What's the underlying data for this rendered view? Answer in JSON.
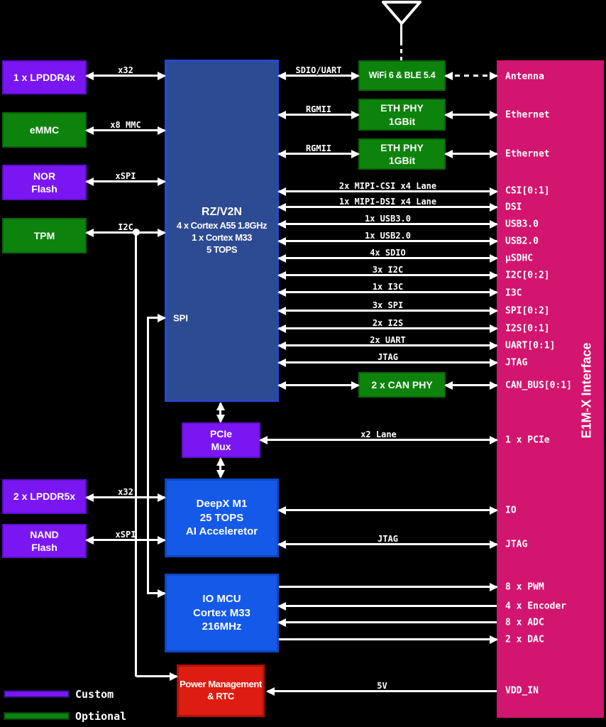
{
  "colors": {
    "background": "#000000",
    "custom_purple": "#7a16f2",
    "optional_green": "#0d830d",
    "soc_navy_blue": "#2c4b92",
    "accent_blue": "#1459e8",
    "power_red": "#dd1d12",
    "interface_pink": "#d2156e",
    "line_white": "#ffffff"
  },
  "blocks": {
    "lpddr4x": {
      "label": "1 x LPDDR4x"
    },
    "emmc": {
      "label": "eMMC"
    },
    "nor_flash": {
      "line1": "NOR",
      "line2": "Flash"
    },
    "tpm": {
      "label": "TPM"
    },
    "lpddr5x": {
      "label": "2 x LPDDR5x"
    },
    "nand_flash": {
      "line1": "NAND",
      "line2": "Flash"
    },
    "soc": {
      "line1": "RZ/V2N",
      "line2": "4 x Cortex A55 1.8GHz",
      "line3": "1 x Cortex M33",
      "line4": "5 TOPS",
      "spi_port": "SPI"
    },
    "wifi": {
      "label": "WiFi 6 & BLE 5.4"
    },
    "eth_phy1": {
      "line1": "ETH PHY",
      "line2": "1GBit"
    },
    "eth_phy2": {
      "line1": "ETH PHY",
      "line2": "1GBit"
    },
    "can_phy": {
      "label": "2 x CAN PHY"
    },
    "pcie_mux": {
      "line1": "PCIe",
      "line2": "Mux"
    },
    "deepx": {
      "line1": "DeepX M1",
      "line2": "25 TOPS",
      "line3": "AI Acceleretor"
    },
    "io_mcu": {
      "line1": "IO MCU",
      "line2": "Cortex M33",
      "line3": "216MHz"
    },
    "power": {
      "line1": "Power Management",
      "line2": "& RTC"
    }
  },
  "interface_bar": {
    "title": "E1M-X Interface",
    "ports": {
      "antenna": "Antenna",
      "ethernet1": "Ethernet",
      "ethernet2": "Ethernet",
      "csi": "CSI[0:1]",
      "dsi": "DSI",
      "usb3": "USB3.0",
      "usb2": "USB2.0",
      "usdhc": "µSDHC",
      "i2c": "I2C[0:2]",
      "i3c": "I3C",
      "spi": "SPI[0:2]",
      "i2s": "I2S[0:1]",
      "uart": "UART[0:1]",
      "jtag": "JTAG",
      "can_bus": "CAN_BUS[0:1]",
      "pcie": "1 x PCIe",
      "io": "IO",
      "jtag_ai": "JTAG",
      "pwm": "8 x PWM",
      "encoder": "4 x Encoder",
      "adc": "8 x ADC",
      "dac": "2 x DAC",
      "vdd_in": "VDD_IN"
    }
  },
  "connector_labels": {
    "x32_lpddr4x": "x32",
    "x8_mmc": "x8 MMC",
    "xspi_nor": "xSPI",
    "i2c_tpm": "I2C",
    "x32_lpddr5x": "x32",
    "xspi_nand": "xSPI",
    "sdio_uart": "SDIO/UART",
    "rgmii1": "RGMII",
    "rgmii2": "RGMII",
    "mipi_csi": "2x MIPI-CSI x4 Lane",
    "mipi_dsi": "1x MIPI-DSI x4 Lane",
    "usb3": "1x USB3.0",
    "usb2": "1x USB2.0",
    "sdio": "4x SDIO",
    "i2c": "3x I2C",
    "i3c": "1x I3C",
    "spi": "3x SPI",
    "i2s": "2x I2S",
    "uart": "2x UART",
    "jtag": "JTAG",
    "x2_lane": "x2 Lane",
    "jtag_deepx": "JTAG",
    "v5": "5V"
  },
  "legend": {
    "custom": "Custom",
    "optional": "Optional"
  }
}
